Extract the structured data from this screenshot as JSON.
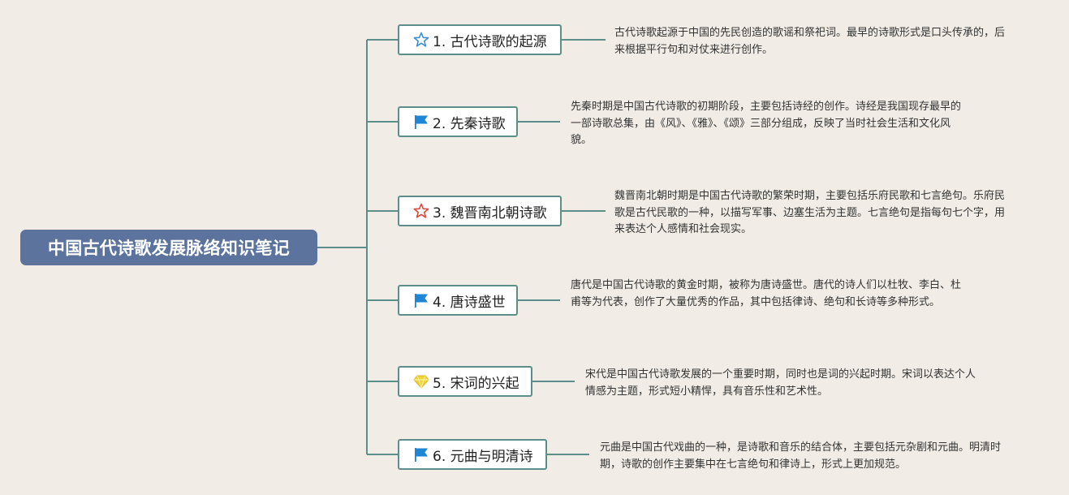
{
  "root": {
    "title": "中国古代诗歌发展脉络知识笔记"
  },
  "topics": [
    {
      "icon": "star-outline-blue-icon",
      "label": "1. 古代诗歌的起源",
      "note": "古代诗歌起源于中国的先民创造的歌谣和祭祀词。最早的诗歌形式是口头传承的，后来根据平行句和对仗来进行创作。"
    },
    {
      "icon": "flag-blue-icon",
      "label": "2. 先秦诗歌",
      "note": "先秦时期是中国古代诗歌的初期阶段，主要包括诗经的创作。诗经是我国现存最早的一部诗歌总集，由《风》、《雅》、《颂》三部分组成，反映了当时社会生活和文化风貌。"
    },
    {
      "icon": "star-outline-red-icon",
      "label": "3. 魏晋南北朝诗歌",
      "note": "魏晋南北朝时期是中国古代诗歌的繁荣时期，主要包括乐府民歌和七言绝句。乐府民歌是古代民歌的一种，以描写军事、边塞生活为主题。七言绝句是指每句七个字，用来表达个人感情和社会现实。"
    },
    {
      "icon": "flag-blue-icon",
      "label": "4. 唐诗盛世",
      "note": "唐代是中国古代诗歌的黄金时期，被称为唐诗盛世。唐代的诗人们以杜牧、李白、杜甫等为代表，创作了大量优秀的作品，其中包括律诗、绝句和长诗等多种形式。"
    },
    {
      "icon": "diamond-yellow-icon",
      "label": "5. 宋词的兴起",
      "note": "宋代是中国古代诗歌发展的一个重要时期，同时也是词的兴起时期。宋词以表达个人情感为主题，形式短小精悍，具有音乐性和艺术性。"
    },
    {
      "icon": "flag-blue-icon",
      "label": "6. 元曲与明清诗",
      "note": "元曲是中国古代戏曲的一种，是诗歌和音乐的结合体，主要包括元杂剧和元曲。明清时期，诗歌的创作主要集中在七言绝句和律诗上，形式上更加规范。"
    }
  ],
  "colors": {
    "background": "#f1ece6",
    "root_fill": "#5b739d",
    "connector": "#5c8f89",
    "topic_border": "#5c8f89",
    "star_blue": "#3a8fd0",
    "flag_blue": "#1f86d6",
    "star_red": "#e0473b",
    "diamond_yellow": "#f0d43a"
  }
}
